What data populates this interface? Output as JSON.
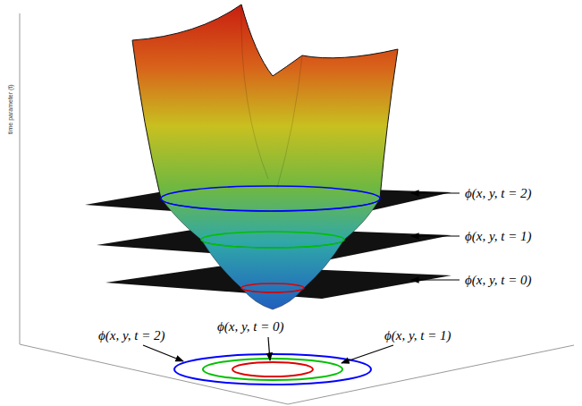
{
  "diagram": {
    "labels": [
      "time parameter (t)",
      "ϕ(x, y, t = 2)",
      "ϕ(x, y, t = 1)",
      "ϕ(x, y, t = 0)",
      "ϕ(x, y, t = 2)",
      "ϕ(x, y, t = 0)",
      "ϕ(x, y, t = 1)"
    ]
  }
}
